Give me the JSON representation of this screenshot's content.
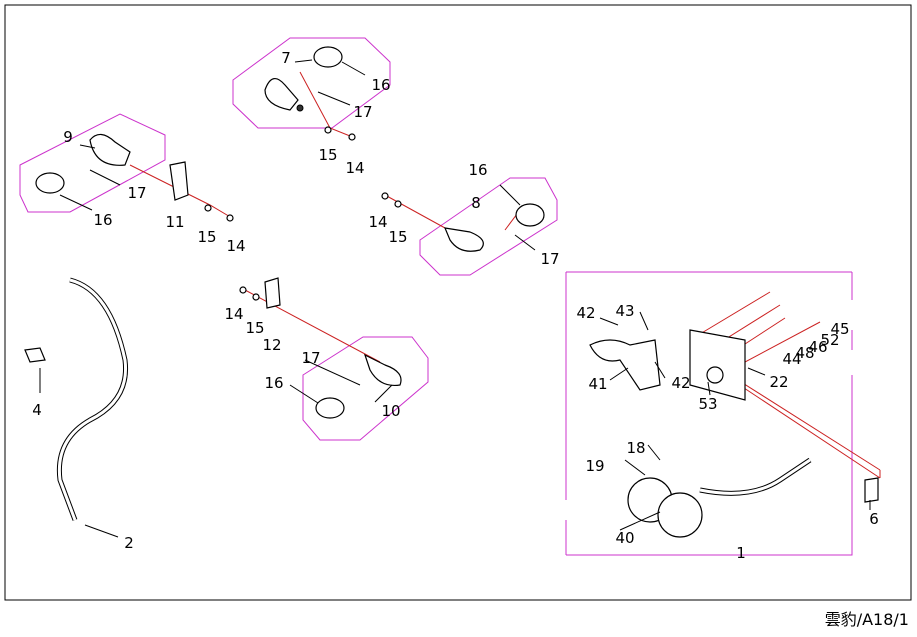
{
  "diagram": {
    "footer_code": "雲豹/A18/1",
    "colors": {
      "group_outline": "#cc33cc",
      "centerline": "#cc2222"
    },
    "callouts": {
      "front_right_signal": [
        "7",
        "16",
        "17",
        "15",
        "14"
      ],
      "front_left_signal": [
        "9",
        "17",
        "16",
        "11",
        "15",
        "14"
      ],
      "rear_right_signal": [
        "16",
        "8",
        "14",
        "15",
        "17"
      ],
      "rear_left_signal": [
        "14",
        "15",
        "12",
        "17",
        "16",
        "10"
      ],
      "cable": [
        "4",
        "2"
      ],
      "meter_assembly": [
        "42",
        "43",
        "41",
        "42",
        "53",
        "22",
        "44",
        "48",
        "46",
        "52",
        "45",
        "18",
        "19",
        "40",
        "1",
        "6"
      ]
    }
  }
}
